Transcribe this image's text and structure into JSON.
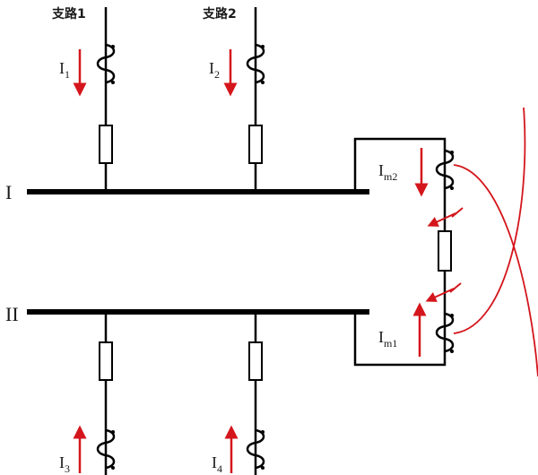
{
  "branches": {
    "top": [
      {
        "label": "支路1",
        "current": {
          "base": "I",
          "sub": "1"
        }
      },
      {
        "label": "支路2",
        "current": {
          "base": "I",
          "sub": "2"
        }
      }
    ],
    "bottom": [
      {
        "current": {
          "base": "I",
          "sub": "3"
        }
      },
      {
        "current": {
          "base": "I",
          "sub": "4"
        }
      }
    ]
  },
  "buses": {
    "upper": "I",
    "lower": "II"
  },
  "coupler": {
    "upper_current": {
      "base": "I",
      "sub": "m2"
    },
    "lower_current": {
      "base": "I",
      "sub": "m1"
    }
  },
  "colors": {
    "wire": "#000000",
    "arrow": "#d4161c"
  }
}
